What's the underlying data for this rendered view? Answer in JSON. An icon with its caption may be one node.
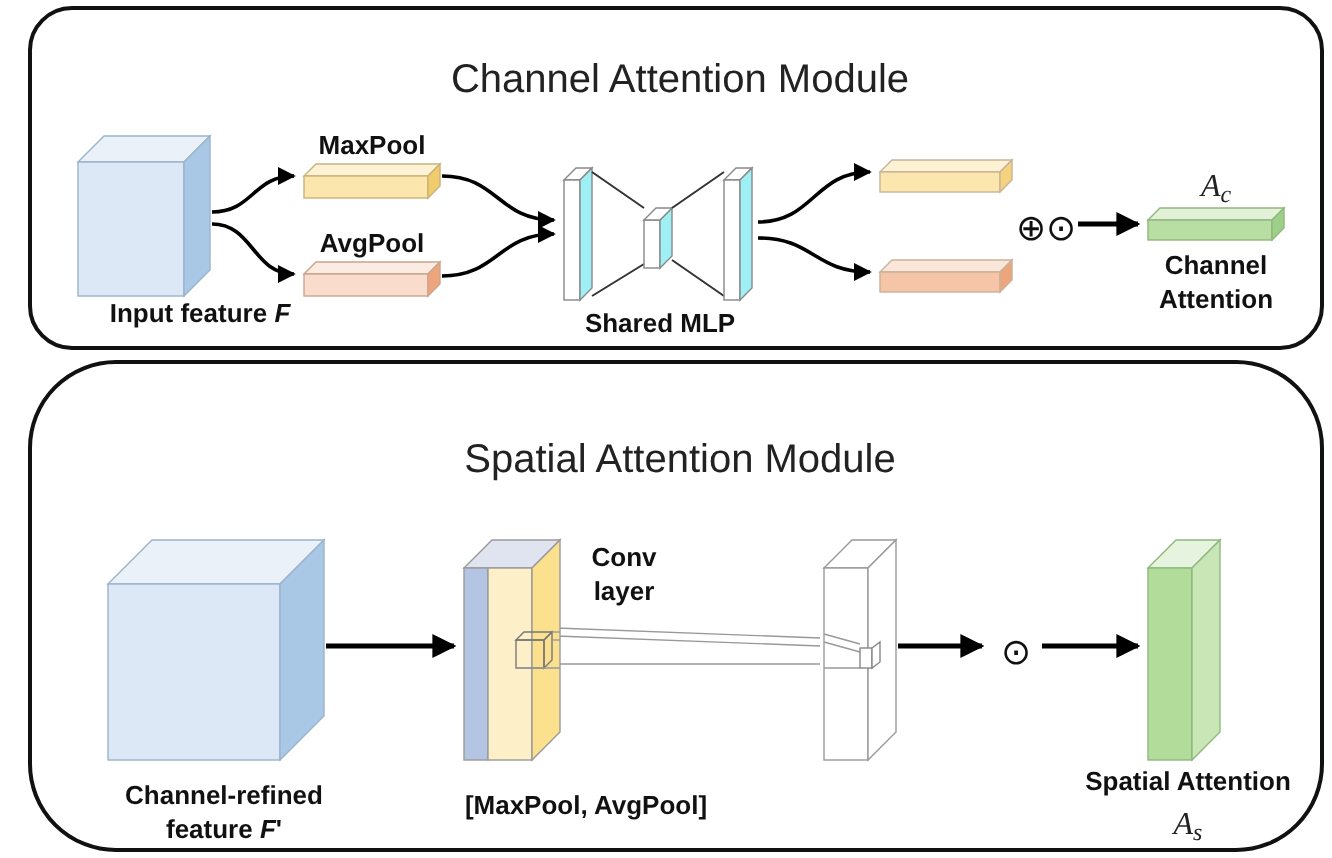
{
  "diagram": {
    "nodes": [
      {
        "text": [
          "Channel Attention Module"
        ]
      },
      {
        "text": [
          "Input feature *F*"
        ],
        "in": 0
      },
      {
        "text": [
          "MaxPool"
        ],
        "in": 0
      },
      {
        "text": [
          "AvgPool"
        ],
        "in": 0
      },
      {
        "text": [
          "Shared MLP"
        ],
        "in": 0
      },
      {
        "text": [],
        "shape": "bar",
        "in": 0
      },
      {
        "text": [],
        "shape": "bar",
        "in": 0
      },
      {
        "text": [
          "⊕⊙"
        ],
        "in": 0
      },
      {
        "text": [
          "A$_{c}$",
          "Channel Attention"
        ],
        "in": 0
      },
      {
        "text": [
          "Spatial Attention Module"
        ]
      },
      {
        "text": [
          "Channel-refined feature *F*'"
        ],
        "in": 9
      },
      {
        "text": [
          "Conv layer",
          "[MaxPool, AvgPool]"
        ],
        "in": 9
      },
      {
        "text": [],
        "shape": "box",
        "in": 9
      },
      {
        "text": [
          "⊙"
        ],
        "in": 9
      },
      {
        "text": [
          "Spatial Attention",
          "A$_{s}$"
        ],
        "in": 9
      }
    ],
    "edges": [
      {
        "from": 1,
        "to": 2,
        "arrow": "to"
      },
      {
        "from": 1,
        "to": 3,
        "arrow": "to"
      },
      {
        "from": 2,
        "to": 4,
        "arrow": "to"
      },
      {
        "from": 3,
        "to": 4,
        "arrow": "to"
      },
      {
        "from": 4,
        "to": 5,
        "arrow": "to"
      },
      {
        "from": 4,
        "to": 6,
        "arrow": "to"
      },
      {
        "from": 7,
        "to": 8,
        "arrow": "to"
      },
      {
        "from": 10,
        "to": 11,
        "arrow": "to"
      },
      {
        "from": 12,
        "to": 13,
        "arrow": "to"
      },
      {
        "from": 13,
        "to": 14,
        "arrow": "to"
      },
      {
        "from": 11,
        "to": 12,
        "arrow": "none",
        "color": "#999999"
      }
    ]
  }
}
